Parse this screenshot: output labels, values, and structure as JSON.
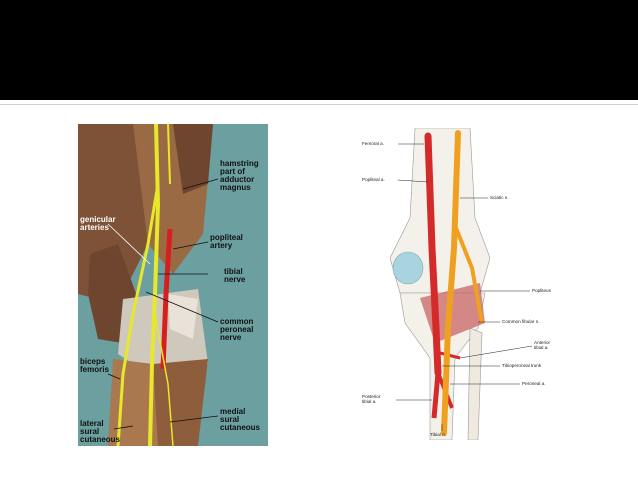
{
  "slide": {
    "colors": {
      "header": "#000000",
      "background": "#ffffff",
      "left_figure_bg": "#6b9fa0"
    }
  },
  "figure_left": {
    "labels": {
      "hamstring": "hamstring\npart of\nadductor\nmagnus",
      "genicular": "genicular\narteries",
      "popliteal_artery": "popliteal\nartery",
      "tibial_nerve": "tibial\nnerve",
      "common_peroneal": "common\nperoneal\nnerve",
      "biceps": "biceps\nfemoris",
      "medial_sural": "medial\nsural\ncutaneous",
      "lateral_sural": "lateral\nsural\ncutaneous"
    },
    "colors": {
      "nerve": "#e8e82a",
      "artery": "#d62020",
      "muscle": "#8a5a3a"
    }
  },
  "figure_right": {
    "labels": {
      "femoral": "Femoral a.",
      "popliteal": "Popliteal a.",
      "sciatic": "Sciatic n.",
      "popliteus": "Popliteus",
      "common_fibular": "Common fibular n.",
      "anterior_tibial": "Anterior\ntibial a.",
      "tibioperoneal": "Tibioperoneal trunk",
      "peroneal": "Peroneal a.",
      "posterior_tibial": "Posterior\ntibial a.",
      "tibial_n": "Tibial n."
    },
    "colors": {
      "artery": "#d42a2a",
      "nerve": "#f0a020",
      "bone_blue": "#a8d4e0",
      "muscle": "#c86464"
    }
  }
}
